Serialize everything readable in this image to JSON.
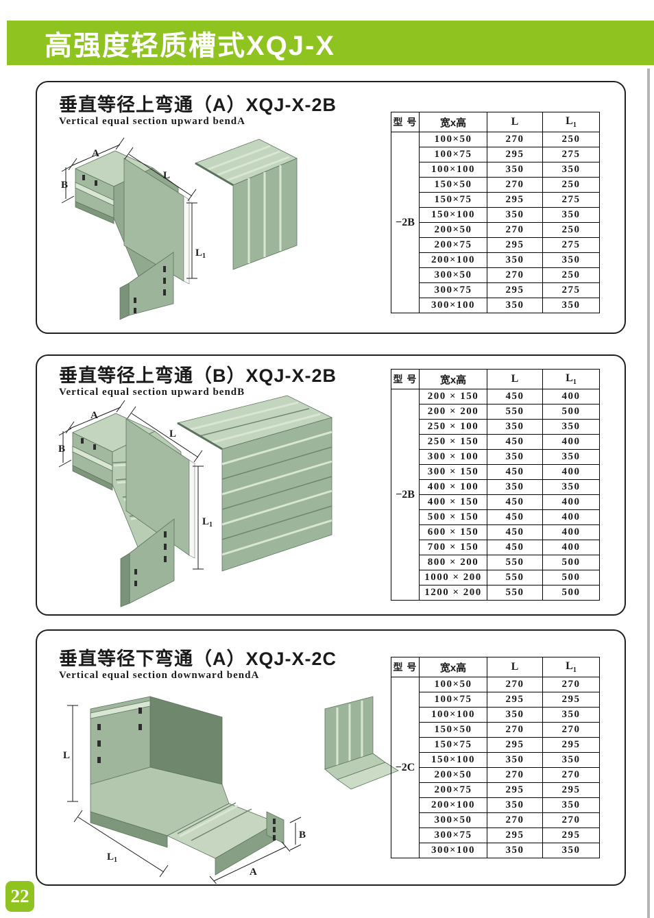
{
  "header": {
    "title": "高强度轻质槽式XQJ-X",
    "bar_color": "#8FC31F",
    "text_color": "#ffffff"
  },
  "footer": {
    "page_number": "22",
    "badge_color": "#8FC31F"
  },
  "columns": {
    "model": "型 号",
    "size": "宽x高",
    "l": "L",
    "l1_main": "L",
    "l1_sub": "1"
  },
  "illustration_colors": {
    "top_face": "#c3d5bf",
    "mid_face": "#a2b9a0",
    "dark_face": "#6e876d",
    "light_face": "#b7cab2",
    "highlight": "#d9e6d4"
  },
  "sections": [
    {
      "title": "垂直等径上弯通（A）XQJ-X-2B",
      "subtitle": "Vertical equal section upward bendA",
      "model": "−2B",
      "dims": {
        "a": "A",
        "b": "B",
        "l": "L",
        "l1_main": "L",
        "l1_sub": "1"
      },
      "rows": [
        [
          "100×50",
          "270",
          "250"
        ],
        [
          "100×75",
          "295",
          "275"
        ],
        [
          "100×100",
          "350",
          "350"
        ],
        [
          "150×50",
          "270",
          "250"
        ],
        [
          "150×75",
          "295",
          "275"
        ],
        [
          "150×100",
          "350",
          "350"
        ],
        [
          "200×50",
          "270",
          "250"
        ],
        [
          "200×75",
          "295",
          "275"
        ],
        [
          "200×100",
          "350",
          "350"
        ],
        [
          "300×50",
          "270",
          "250"
        ],
        [
          "300×75",
          "295",
          "275"
        ],
        [
          "300×100",
          "350",
          "350"
        ]
      ]
    },
    {
      "title": "垂直等径上弯通（B）XQJ-X-2B",
      "subtitle": "Vertical equal section upward bendB",
      "model": "−2B",
      "dims": {
        "a": "A",
        "b": "B",
        "l": "L",
        "l1_main": "L",
        "l1_sub": "1"
      },
      "rows": [
        [
          "200 × 150",
          "450",
          "400"
        ],
        [
          "200 × 200",
          "550",
          "500"
        ],
        [
          "250 × 100",
          "350",
          "350"
        ],
        [
          "250 × 150",
          "450",
          "400"
        ],
        [
          "300 × 100",
          "350",
          "350"
        ],
        [
          "300 × 150",
          "450",
          "400"
        ],
        [
          "400 × 100",
          "350",
          "350"
        ],
        [
          "400 × 150",
          "450",
          "400"
        ],
        [
          "500 × 150",
          "450",
          "400"
        ],
        [
          "600 × 150",
          "450",
          "400"
        ],
        [
          "700 × 150",
          "450",
          "400"
        ],
        [
          "800 × 200",
          "550",
          "500"
        ],
        [
          "1000 × 200",
          "550",
          "500"
        ],
        [
          "1200 × 200",
          "550",
          "500"
        ]
      ]
    },
    {
      "title": "垂直等径下弯通（A）XQJ-X-2C",
      "subtitle": "Vertical equal section downward bendA",
      "model": "−2C",
      "dims": {
        "a": "A",
        "b": "B",
        "l": "L",
        "l1_main": "L",
        "l1_sub": "1"
      },
      "rows": [
        [
          "100×50",
          "270",
          "270"
        ],
        [
          "100×75",
          "295",
          "295"
        ],
        [
          "100×100",
          "350",
          "350"
        ],
        [
          "150×50",
          "270",
          "270"
        ],
        [
          "150×75",
          "295",
          "295"
        ],
        [
          "150×100",
          "350",
          "350"
        ],
        [
          "200×50",
          "270",
          "270"
        ],
        [
          "200×75",
          "295",
          "295"
        ],
        [
          "200×100",
          "350",
          "350"
        ],
        [
          "300×50",
          "270",
          "270"
        ],
        [
          "300×75",
          "295",
          "295"
        ],
        [
          "300×100",
          "350",
          "350"
        ]
      ]
    }
  ]
}
